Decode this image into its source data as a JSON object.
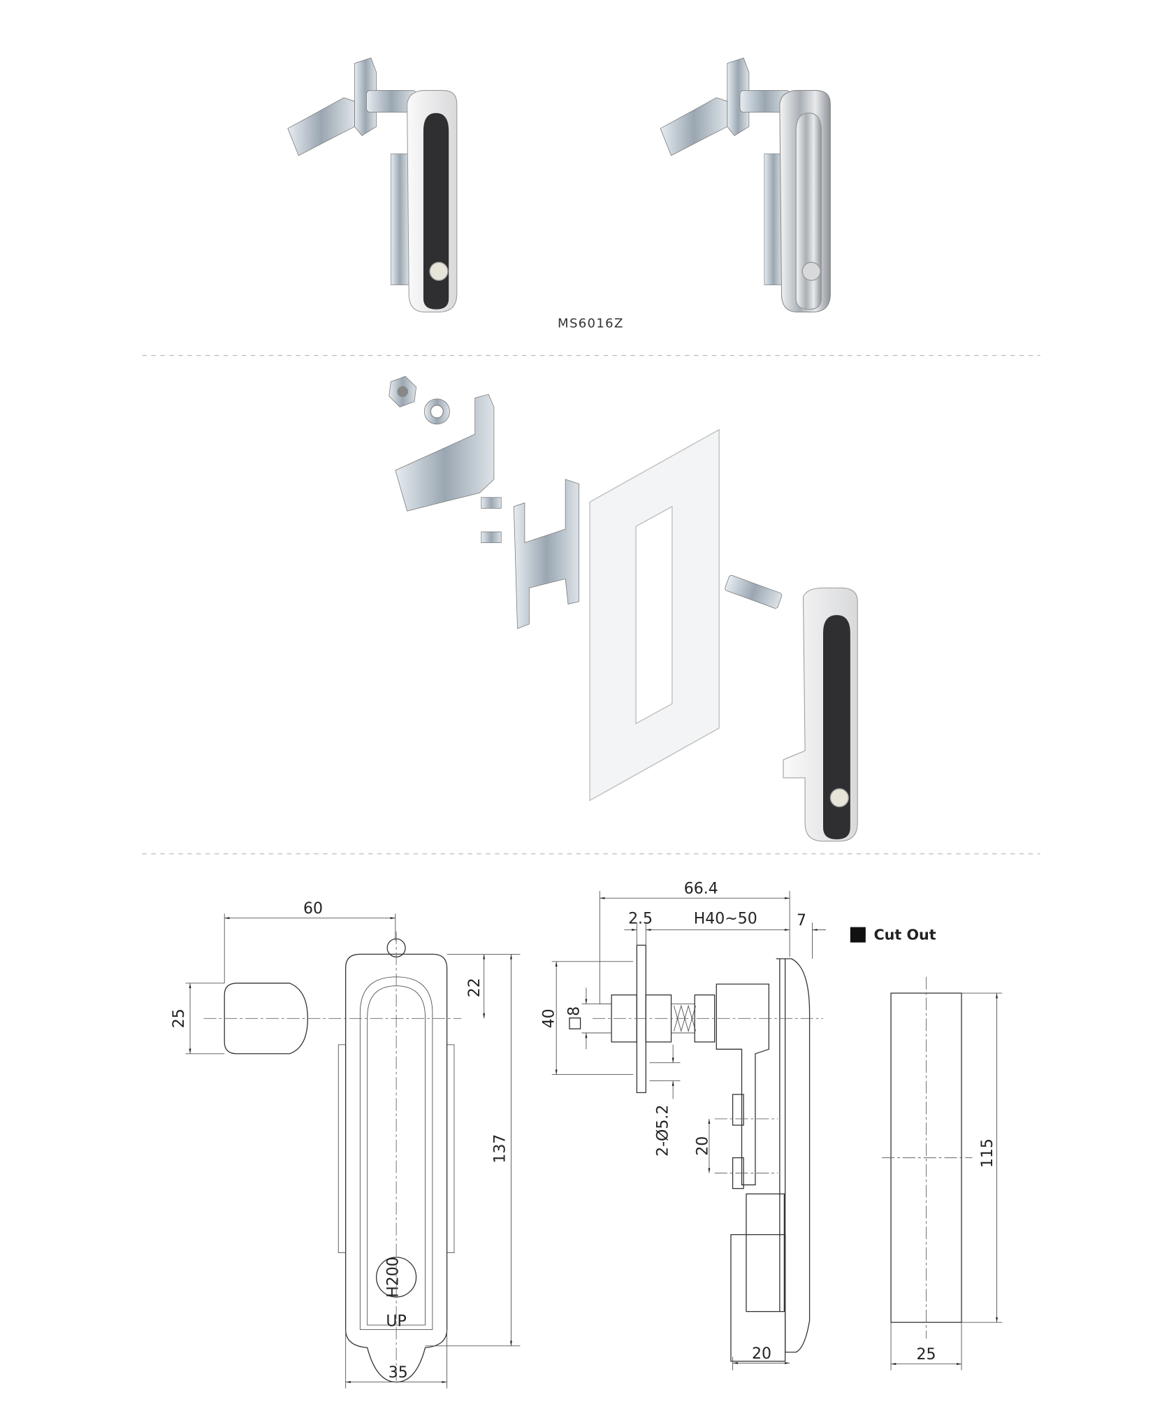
{
  "caption": "MS6016Z",
  "front_view": {
    "dim_width_lever": "60",
    "dim_lever_height": "25",
    "dim_top": "22",
    "dim_height": "137",
    "dim_width": "35",
    "lock_text": "H200",
    "handle_mark": "UP"
  },
  "side_view": {
    "dim_total": "66.4",
    "dim_plate": "2.5",
    "dim_range": "H40~50",
    "dim_depth": "7",
    "dim_vertical": "40",
    "dim_square": "□8",
    "dim_holes": "2-Ø5.2",
    "dim_pitch": "20",
    "dim_bottom": "20"
  },
  "cut_out": {
    "legend": "Cut Out",
    "dim_height": "115",
    "dim_width": "25"
  },
  "colors": {
    "handle_black": "#2f2f31",
    "chrome": "#c8ccd0",
    "zinc": "#b9c3cc"
  }
}
